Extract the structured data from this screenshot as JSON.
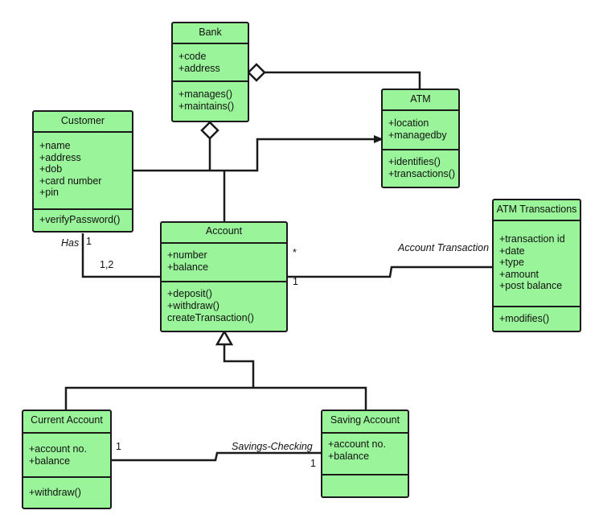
{
  "classes": {
    "bank": {
      "name": "Bank",
      "attributes": [
        "+code",
        "+address"
      ],
      "operations": [
        "+manages()",
        "+maintains()"
      ]
    },
    "atm": {
      "name": "ATM",
      "attributes": [
        "+location",
        "+managedby"
      ],
      "operations": [
        "+identifies()",
        "+transactions()"
      ]
    },
    "customer": {
      "name": "Customer",
      "attributes": [
        "+name",
        "+address",
        "+dob",
        "+card number",
        "+pin"
      ],
      "operations": [
        "+verifyPassword()"
      ]
    },
    "account": {
      "name": "Account",
      "attributes": [
        "+number",
        "+balance"
      ],
      "operations": [
        "+deposit()",
        "+withdraw()",
        "createTransaction()"
      ]
    },
    "atm_transactions": {
      "name": "ATM Transactions",
      "attributes": [
        "+transaction id",
        "+date",
        "+type",
        "+amount",
        "+post balance"
      ],
      "operations": [
        "+modifies()"
      ]
    },
    "current_account": {
      "name": "Current Account",
      "attributes": [
        "+account no.",
        "+balance"
      ],
      "operations": [
        "+withdraw()"
      ]
    },
    "saving_account": {
      "name": "Saving Account",
      "attributes": [
        "+account no.",
        "+balance"
      ],
      "operations": []
    }
  },
  "relations": {
    "has": {
      "label": "Has",
      "customer_mult": "1",
      "account_mult": "1,2"
    },
    "account_transaction": {
      "label": "Account Transaction",
      "account_mult_star": "*",
      "account_mult_one": "1"
    },
    "savings_checking": {
      "label": "Savings-Checking",
      "current_mult": "1",
      "saving_mult": "1"
    }
  },
  "colors": {
    "class_fill": "#9af59a",
    "line": "#1a1a1a"
  }
}
